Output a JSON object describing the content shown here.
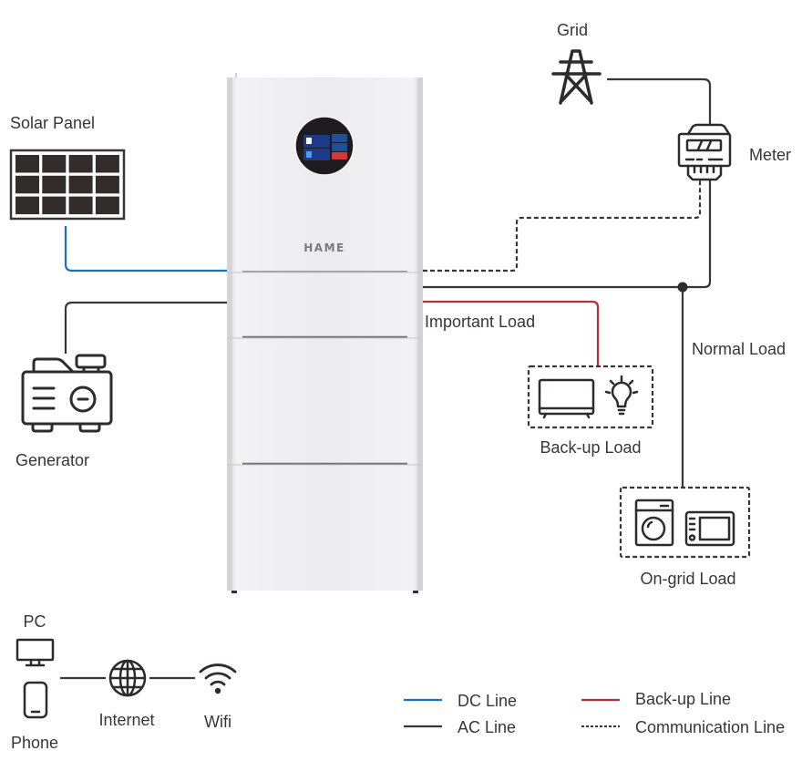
{
  "title": "Home energy storage system wiring diagram",
  "colors": {
    "dc_line": "#1a6fc0",
    "ac_line": "#3a3536",
    "backup_line": "#b5303a",
    "communication_line": "#3a3536",
    "cabinet_body": "#ebebee",
    "screen_bg": "#1e1c1e",
    "screen_panel": "#1d3a8a",
    "screen_alert": "#d23a3a"
  },
  "device": {
    "brand": "HAME",
    "modules": 3
  },
  "nodes": {
    "solar_panel": {
      "label": "Solar Panel",
      "icon": "solar-panel-icon"
    },
    "generator": {
      "label": "Generator",
      "icon": "generator-icon"
    },
    "grid": {
      "label": "Grid",
      "icon": "power-tower-icon"
    },
    "meter": {
      "label": "Meter",
      "icon": "electric-meter-icon"
    },
    "important_load": {
      "label": "Important Load"
    },
    "normal_load": {
      "label": "Normal Load"
    },
    "backup_load": {
      "label": "Back-up Load",
      "icons": [
        "tv-icon",
        "light-bulb-icon"
      ]
    },
    "ongrid_load": {
      "label": "On-grid Load",
      "icons": [
        "washing-machine-icon",
        "microwave-icon"
      ]
    },
    "pc": {
      "label": "PC",
      "icon": "monitor-icon"
    },
    "phone": {
      "label": "Phone",
      "icon": "smartphone-icon"
    },
    "internet": {
      "label": "Internet",
      "icon": "globe-icon"
    },
    "wifi": {
      "label": "Wifi",
      "icon": "wifi-icon"
    }
  },
  "connections": [
    {
      "from": "Solar Panel",
      "to": "HAME",
      "type": "DC Line"
    },
    {
      "from": "Generator",
      "to": "HAME",
      "type": "AC Line"
    },
    {
      "from": "HAME",
      "to": "Meter",
      "type": "Communication Line"
    },
    {
      "from": "HAME",
      "to": "Meter",
      "type": "AC Line"
    },
    {
      "from": "Grid",
      "to": "Meter",
      "type": "AC Line"
    },
    {
      "from": "HAME",
      "to": "Back-up Load",
      "type": "Back-up Line"
    },
    {
      "from": "AC bus",
      "to": "On-grid Load",
      "type": "AC Line"
    },
    {
      "from": "PC / Phone",
      "to": "Internet",
      "type": "AC Line"
    },
    {
      "from": "Internet",
      "to": "Wifi",
      "type": "AC Line"
    }
  ],
  "legend": [
    {
      "label": "DC Line",
      "style": "solid",
      "color": "#1a6fc0"
    },
    {
      "label": "AC Line",
      "style": "solid",
      "color": "#3a3536"
    },
    {
      "label": "Back-up Line",
      "style": "solid",
      "color": "#b5303a"
    },
    {
      "label": "Communication Line",
      "style": "dashed",
      "color": "#3a3536"
    }
  ]
}
